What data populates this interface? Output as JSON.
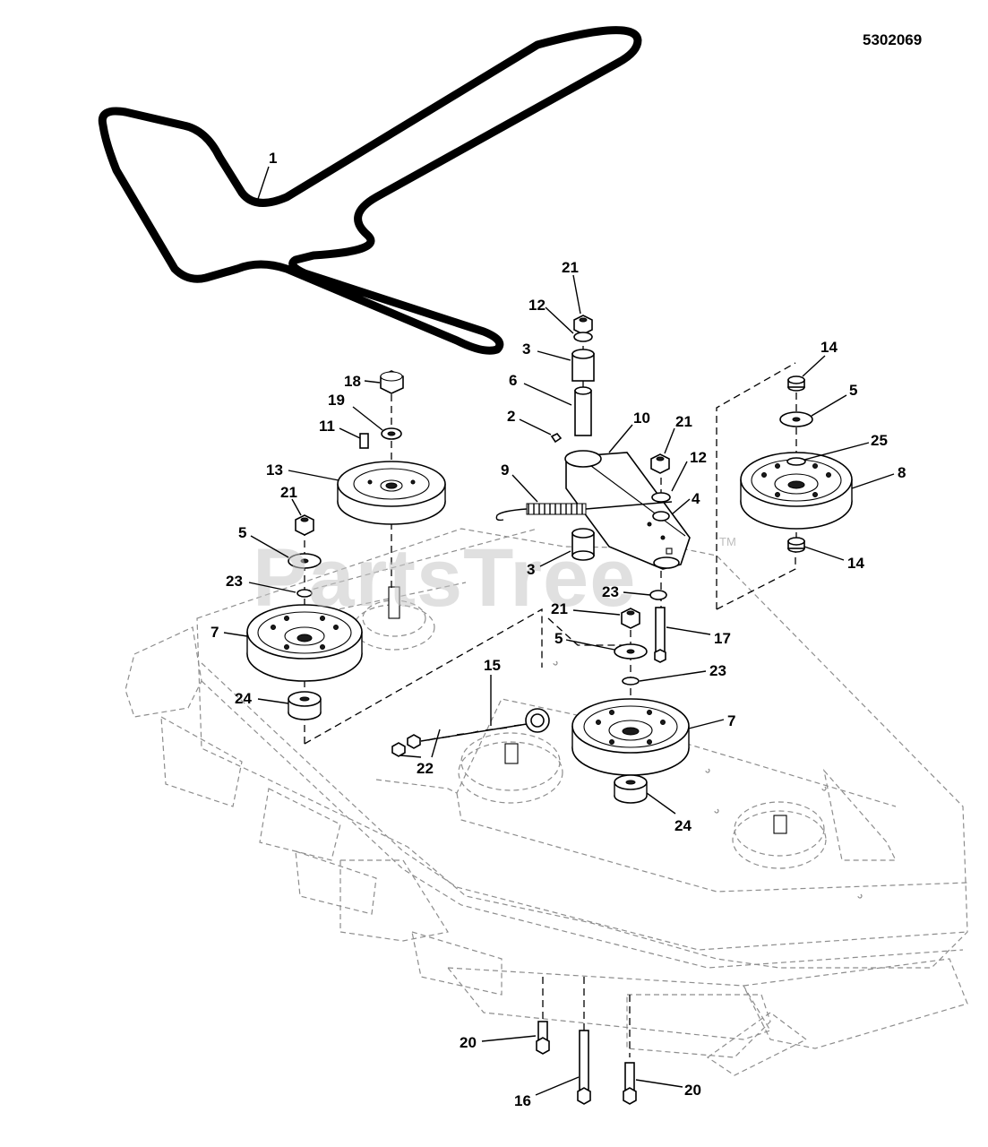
{
  "document": {
    "number": "5302069"
  },
  "watermark": {
    "text": "PartsTree",
    "tm": "TM"
  },
  "callouts": [
    {
      "id": "c-1",
      "label": "1"
    },
    {
      "id": "c-21a",
      "label": "21"
    },
    {
      "id": "c-12a",
      "label": "12"
    },
    {
      "id": "c-3a",
      "label": "3"
    },
    {
      "id": "c-6",
      "label": "6"
    },
    {
      "id": "c-2",
      "label": "2"
    },
    {
      "id": "c-10",
      "label": "10"
    },
    {
      "id": "c-21b",
      "label": "21"
    },
    {
      "id": "c-12b",
      "label": "12"
    },
    {
      "id": "c-4",
      "label": "4"
    },
    {
      "id": "c-9",
      "label": "9"
    },
    {
      "id": "c-3b",
      "label": "3"
    },
    {
      "id": "c-18",
      "label": "18"
    },
    {
      "id": "c-19",
      "label": "19"
    },
    {
      "id": "c-11",
      "label": "11"
    },
    {
      "id": "c-13",
      "label": "13"
    },
    {
      "id": "c-21c",
      "label": "21"
    },
    {
      "id": "c-5a",
      "label": "5"
    },
    {
      "id": "c-23a",
      "label": "23"
    },
    {
      "id": "c-7a",
      "label": "7"
    },
    {
      "id": "c-24a",
      "label": "24"
    },
    {
      "id": "c-14a",
      "label": "14"
    },
    {
      "id": "c-5b",
      "label": "5"
    },
    {
      "id": "c-25",
      "label": "25"
    },
    {
      "id": "c-8",
      "label": "8"
    },
    {
      "id": "c-14b",
      "label": "14"
    },
    {
      "id": "c-23b",
      "label": "23"
    },
    {
      "id": "c-21d",
      "label": "21"
    },
    {
      "id": "c-17",
      "label": "17"
    },
    {
      "id": "c-5c",
      "label": "5"
    },
    {
      "id": "c-23c",
      "label": "23"
    },
    {
      "id": "c-7b",
      "label": "7"
    },
    {
      "id": "c-24b",
      "label": "24"
    },
    {
      "id": "c-15",
      "label": "15"
    },
    {
      "id": "c-22",
      "label": "22"
    },
    {
      "id": "c-20a",
      "label": "20"
    },
    {
      "id": "c-16",
      "label": "16"
    },
    {
      "id": "c-20b",
      "label": "20"
    }
  ]
}
